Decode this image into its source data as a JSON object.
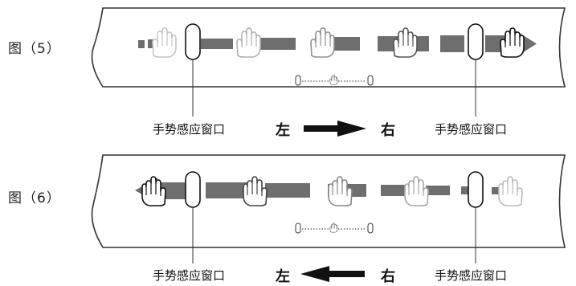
{
  "figures": [
    {
      "label": "图（5）",
      "left_window_label": "手势感应窗口",
      "right_window_label": "手势感应窗口",
      "left_word": "左",
      "right_word": "右",
      "direction": "left-to-right"
    },
    {
      "label": "图（6）",
      "left_window_label": "手势感应窗口",
      "right_window_label": "手势感应窗口",
      "left_word": "左",
      "right_word": "右",
      "direction": "right-to-left"
    }
  ],
  "colors": {
    "panel_stroke": "#333333",
    "band": "#6e6e6e",
    "arrow": "#111111",
    "hand_faint": "#b5b5b5",
    "hand_mid": "#8a8a8a",
    "hand_dark": "#222222"
  }
}
